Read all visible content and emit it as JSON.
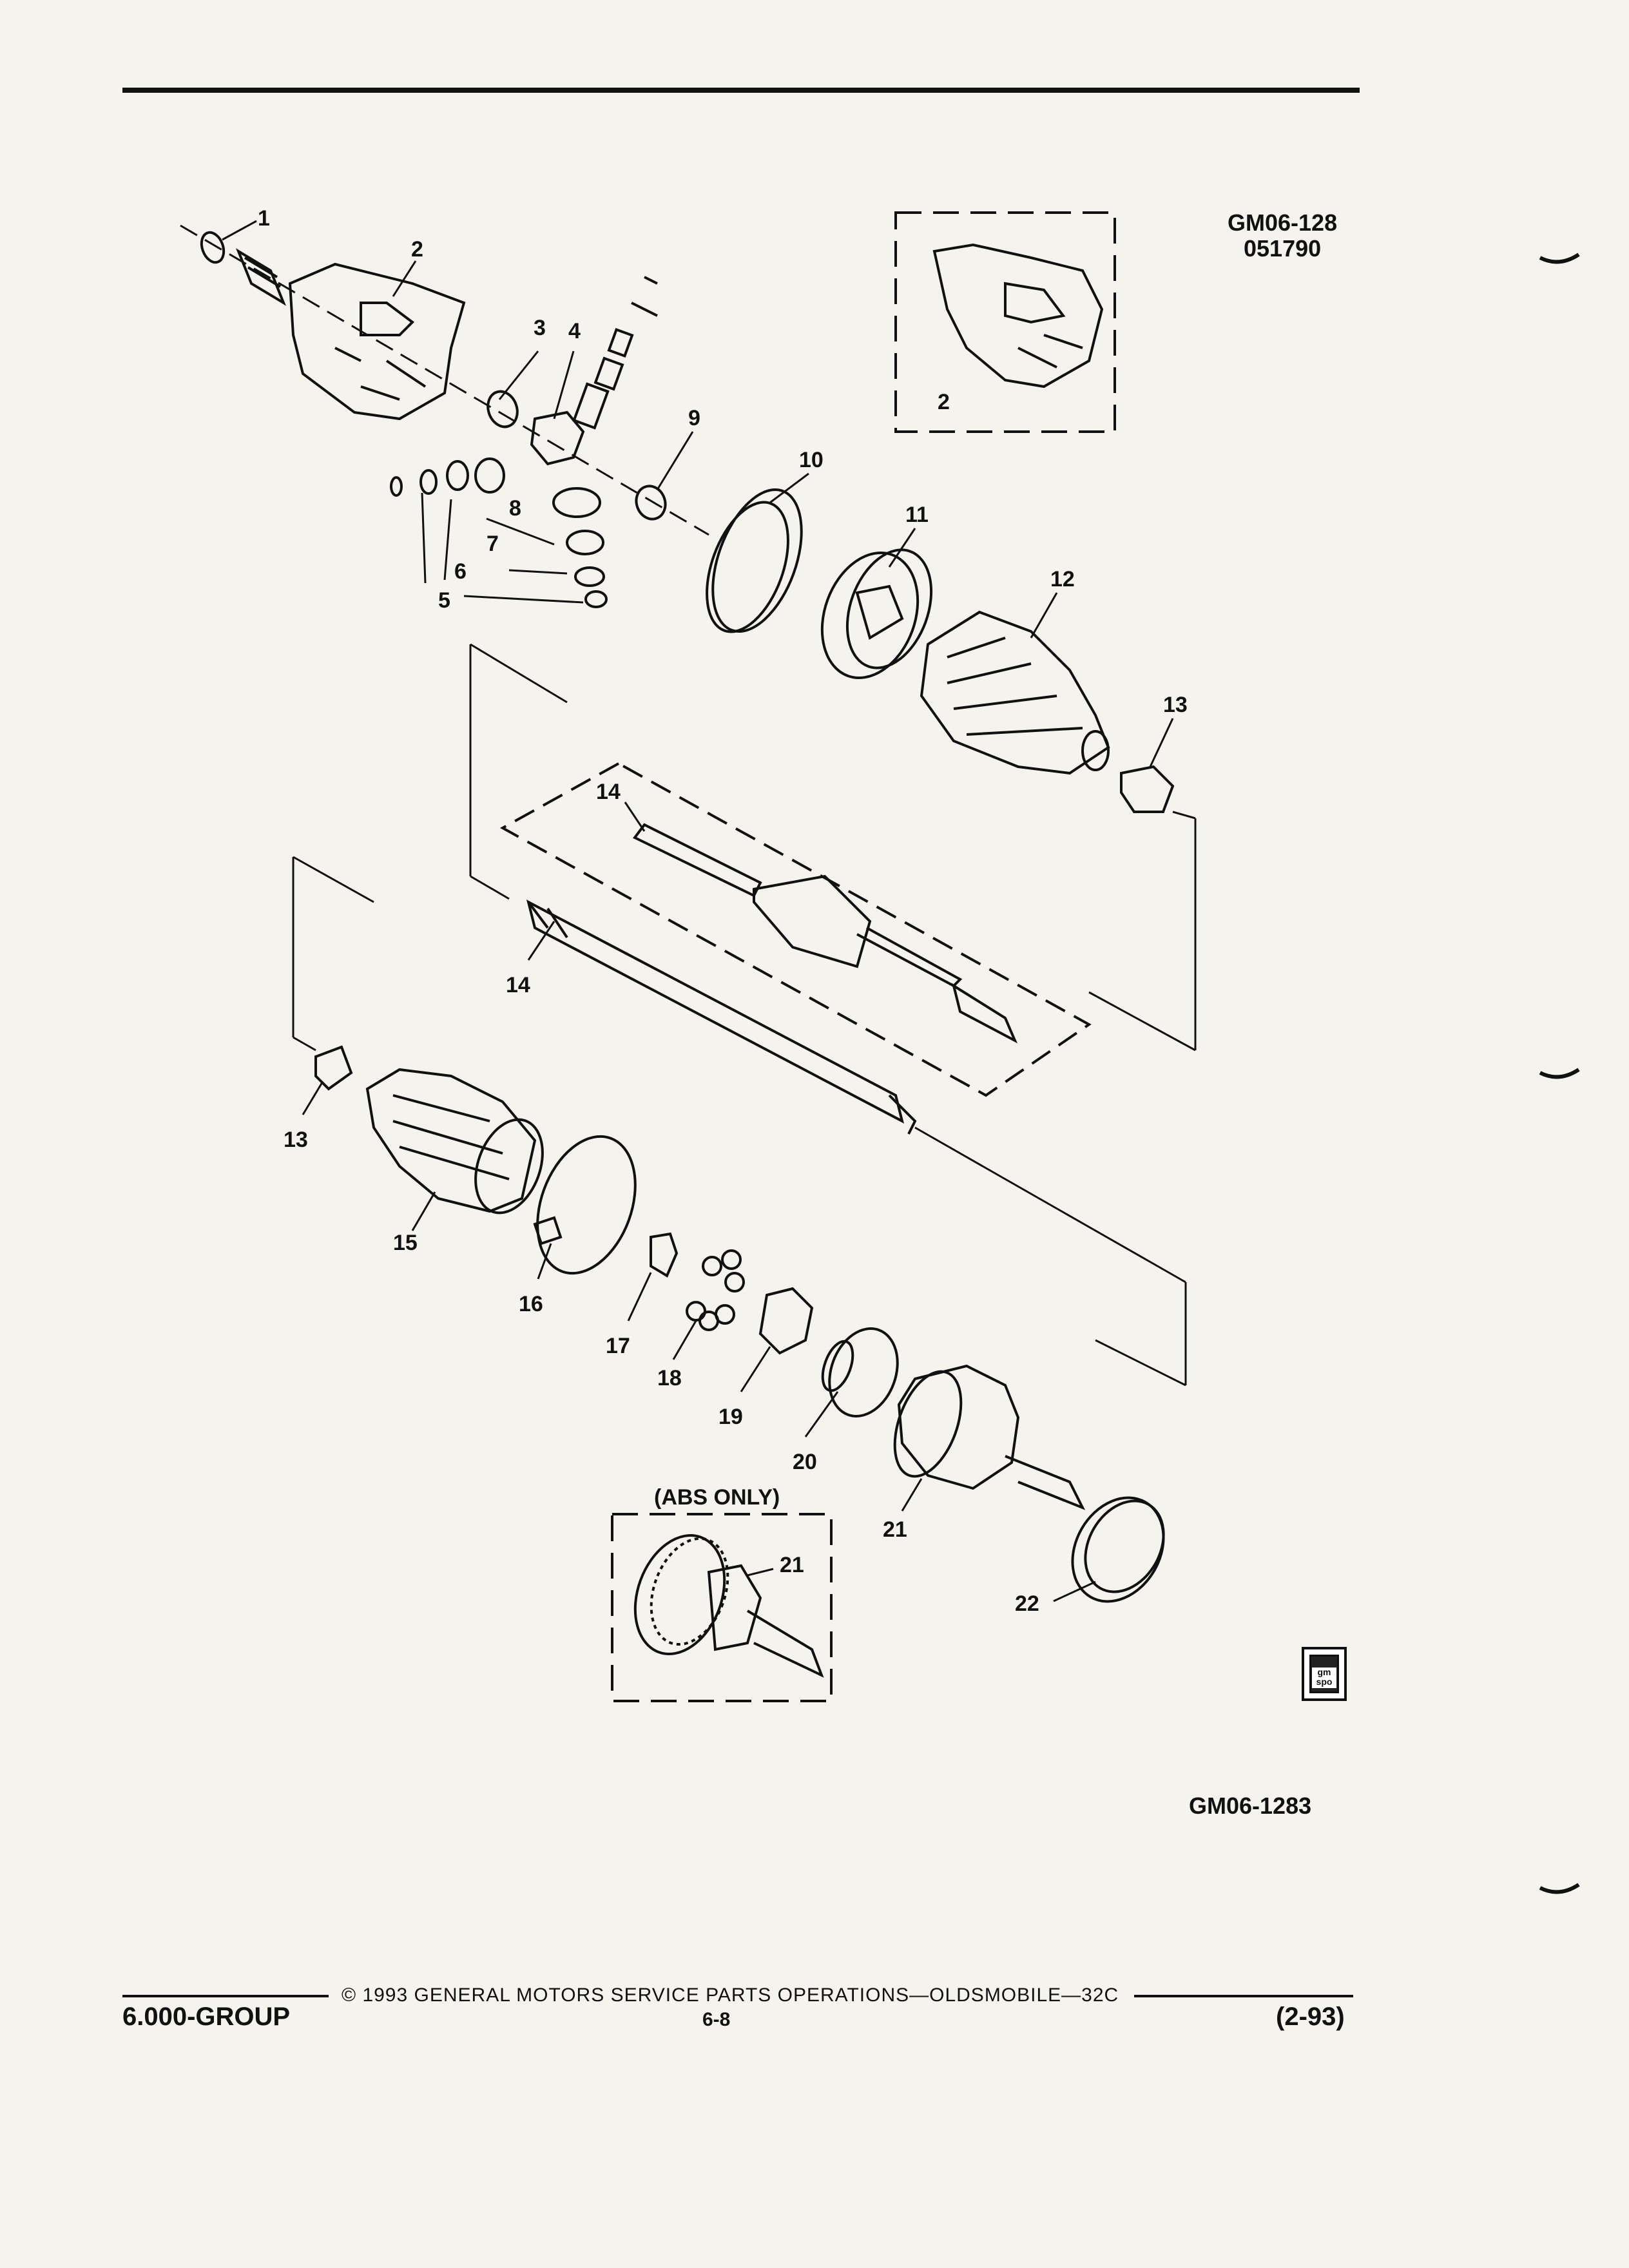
{
  "header": {
    "code_top": "GM06-128",
    "code_date": "051790"
  },
  "callouts": {
    "c1": "1",
    "c2": "2",
    "c2b": "2",
    "c3": "3",
    "c4": "4",
    "c5": "5",
    "c6": "6",
    "c7": "7",
    "c8": "8",
    "c9": "9",
    "c10": "10",
    "c11": "11",
    "c12": "12",
    "c13a": "13",
    "c13b": "13",
    "c14a": "14",
    "c14b": "14",
    "c15": "15",
    "c16": "16",
    "c17": "17",
    "c18": "18",
    "c19": "19",
    "c20": "20",
    "c21a": "21",
    "c21b": "21",
    "c22": "22"
  },
  "abs_label": "(ABS ONLY)",
  "figure_code": "GM06-1283",
  "logo_text": "gm spo",
  "footer": {
    "copyright": "© 1993 GENERAL MOTORS SERVICE PARTS OPERATIONS—OLDSMOBILE—32C",
    "group": "6.000-GROUP",
    "page": "6-8",
    "revision": "(2-93)"
  }
}
